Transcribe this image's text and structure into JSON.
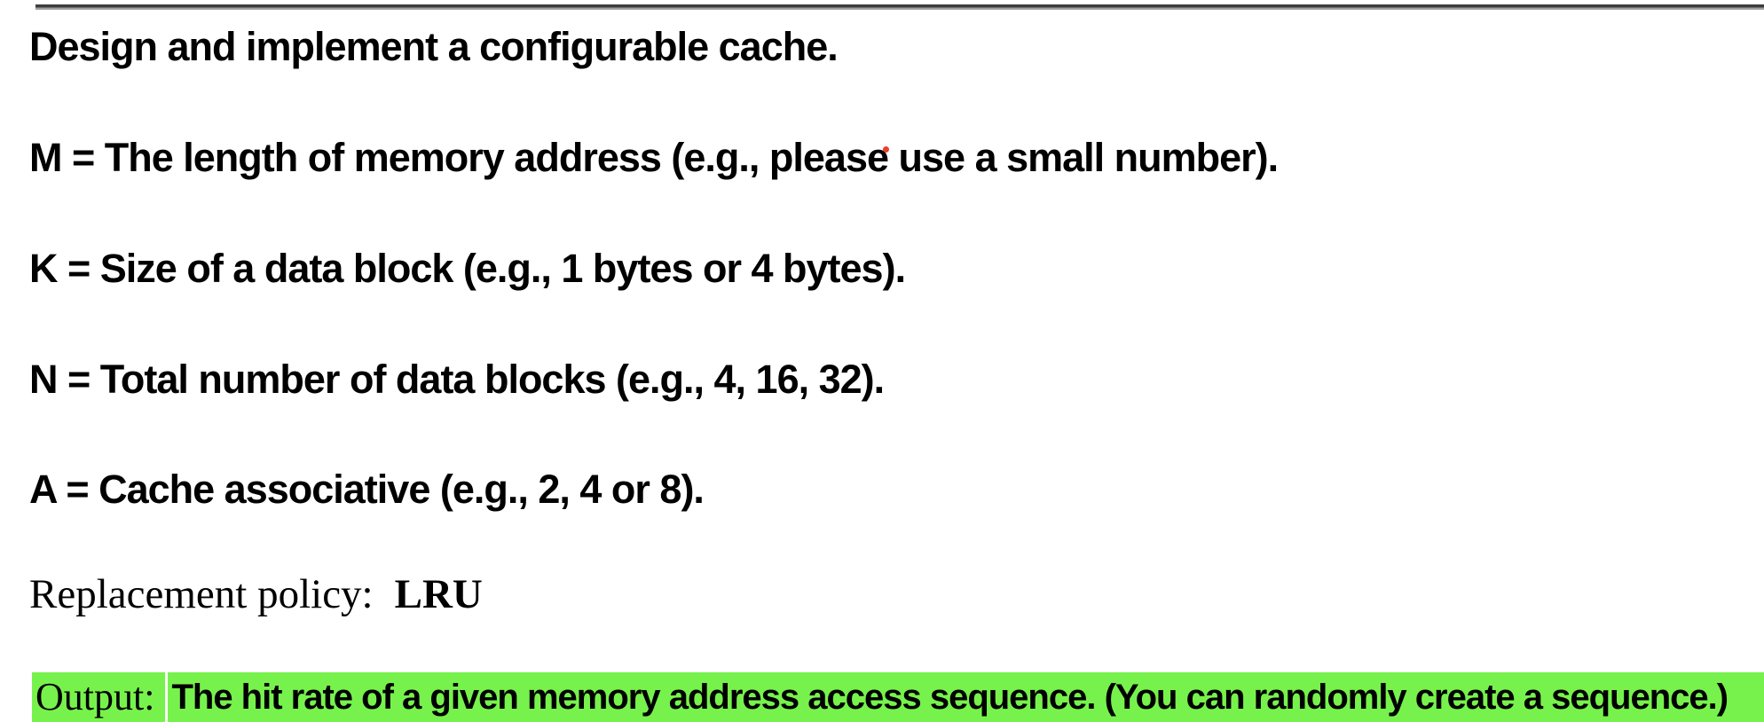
{
  "document": {
    "title_line": "Design and implement a configurable cache.",
    "param_lines": [
      "M = The length of memory address (e.g., please use a small number).",
      "K = Size of a data block (e.g., 1 bytes or 4 bytes).",
      "N = Total number of data blocks (e.g., 4, 16, 32).",
      "A = Cache associative (e.g., 2, 4 or 8)."
    ],
    "replacement": {
      "label": "Replacement policy:",
      "policy": "LRU"
    },
    "output": {
      "label": "Output:",
      "text": "The hit rate of a given memory address access sequence. (You can randomly create a sequence.)"
    }
  },
  "colors": {
    "background": "#ffffff",
    "text": "#000000",
    "highlight": "#77f24c",
    "rule_dark": "#3d3d3d",
    "rule_light": "#a0a0a0",
    "dot_red": "#e8402c"
  }
}
